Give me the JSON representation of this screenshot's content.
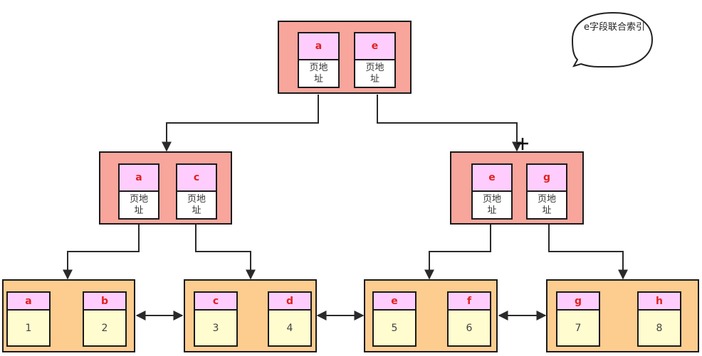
{
  "callout": {
    "text": "e字段联合索引"
  },
  "root": {
    "entries": [
      {
        "key": "a",
        "addr": "页地址"
      },
      {
        "key": "e",
        "addr": "页地址"
      }
    ]
  },
  "internal": [
    {
      "entries": [
        {
          "key": "a",
          "addr": "页地址"
        },
        {
          "key": "c",
          "addr": "页地址"
        }
      ]
    },
    {
      "entries": [
        {
          "key": "e",
          "addr": "页地址"
        },
        {
          "key": "g",
          "addr": "页地址"
        }
      ]
    }
  ],
  "leaves": [
    {
      "entries": [
        {
          "key": "a",
          "value": "1"
        },
        {
          "key": "b",
          "value": "2"
        }
      ]
    },
    {
      "entries": [
        {
          "key": "c",
          "value": "3"
        },
        {
          "key": "d",
          "value": "4"
        }
      ]
    },
    {
      "entries": [
        {
          "key": "e",
          "value": "5"
        },
        {
          "key": "f",
          "value": "6"
        }
      ]
    },
    {
      "entries": [
        {
          "key": "g",
          "value": "7"
        },
        {
          "key": "h",
          "value": "8"
        }
      ]
    }
  ],
  "colors": {
    "node_fill": "#f8a59c",
    "leaf_fill": "#fdcc8f",
    "key_fill": "#ffcdfd",
    "key_text": "#e0211f",
    "leaf_value_fill": "#fffccf"
  }
}
